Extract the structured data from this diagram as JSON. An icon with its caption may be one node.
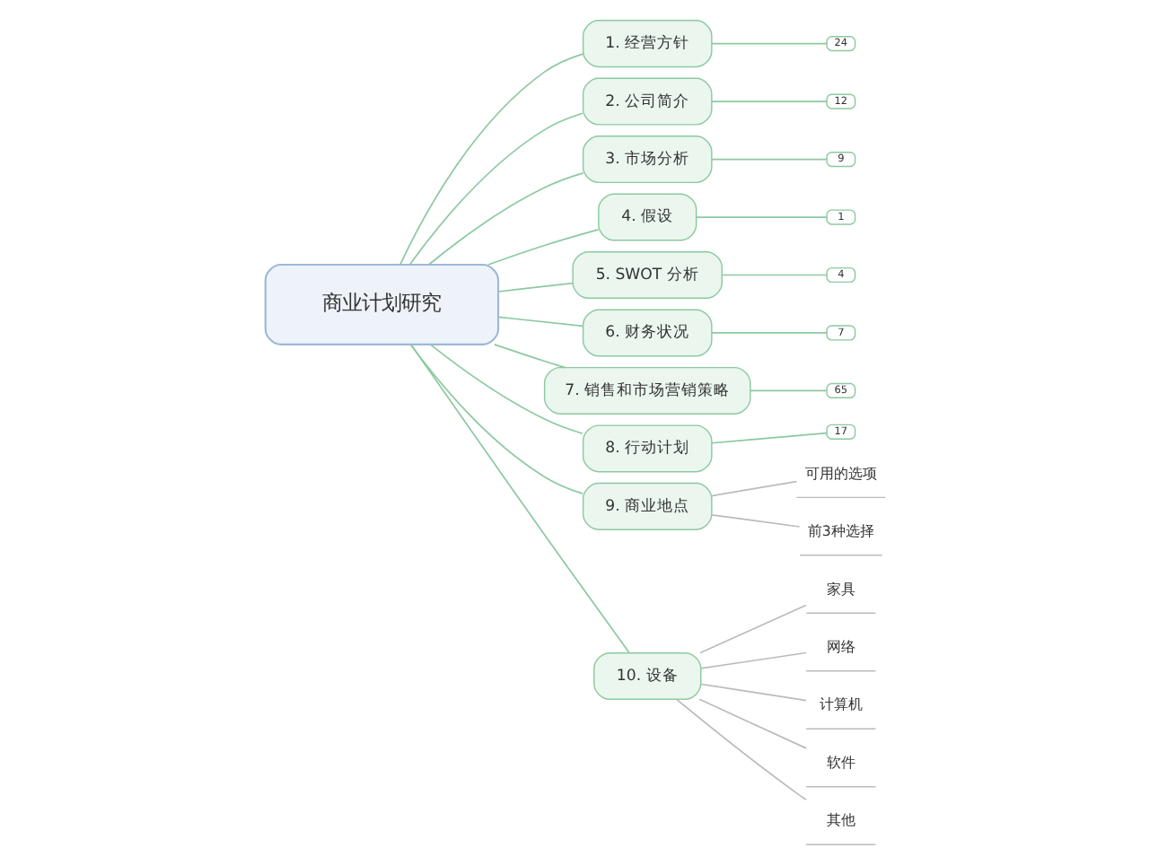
{
  "diagram": {
    "nodes": [
      {
        "text": [
          "商业计划研究"
        ]
      },
      {
        "text": [
          "1. 经营方针"
        ]
      },
      {
        "text": [
          "24"
        ]
      },
      {
        "text": [
          "2. 公司简介"
        ]
      },
      {
        "text": [
          "12"
        ]
      },
      {
        "text": [
          "3. 市场分析"
        ]
      },
      {
        "text": [
          "9"
        ]
      },
      {
        "text": [
          "4. 假设"
        ]
      },
      {
        "text": [
          "1"
        ]
      },
      {
        "text": [
          "5. SWOT 分析"
        ]
      },
      {
        "text": [
          "4"
        ]
      },
      {
        "text": [
          "6. 财务状况"
        ]
      },
      {
        "text": [
          "7"
        ]
      },
      {
        "text": [
          "7. 销售和市场营销策略"
        ]
      },
      {
        "text": [
          "65"
        ]
      },
      {
        "text": [
          "8. 行动计划"
        ]
      },
      {
        "text": [
          "17"
        ]
      },
      {
        "text": [
          "9. 商业地点"
        ]
      },
      {
        "text": [
          "可用的选项"
        ]
      },
      {
        "text": [
          "前3种选择"
        ]
      },
      {
        "text": [
          "10. 设备"
        ]
      },
      {
        "text": [
          "家具"
        ]
      },
      {
        "text": [
          "网络"
        ]
      },
      {
        "text": [
          "计算机"
        ]
      },
      {
        "text": [
          "软件"
        ]
      },
      {
        "text": [
          "其他"
        ]
      }
    ],
    "edges": [
      {
        "from": 0,
        "to": 1,
        "arrow": "none"
      },
      {
        "from": 0,
        "to": 3,
        "arrow": "none"
      },
      {
        "from": 0,
        "to": 5,
        "arrow": "none"
      },
      {
        "from": 0,
        "to": 7,
        "arrow": "none"
      },
      {
        "from": 0,
        "to": 9,
        "arrow": "none"
      },
      {
        "from": 0,
        "to": 11,
        "arrow": "none"
      },
      {
        "from": 0,
        "to": 13,
        "arrow": "none"
      },
      {
        "from": 0,
        "to": 15,
        "arrow": "none"
      },
      {
        "from": 0,
        "to": 17,
        "arrow": "none"
      },
      {
        "from": 0,
        "to": 20,
        "arrow": "none"
      },
      {
        "from": 1,
        "to": 2,
        "arrow": "none"
      },
      {
        "from": 3,
        "to": 4,
        "arrow": "none"
      },
      {
        "from": 5,
        "to": 6,
        "arrow": "none"
      },
      {
        "from": 7,
        "to": 8,
        "arrow": "none"
      },
      {
        "from": 9,
        "to": 10,
        "arrow": "none"
      },
      {
        "from": 11,
        "to": 12,
        "arrow": "none"
      },
      {
        "from": 13,
        "to": 14,
        "arrow": "none"
      },
      {
        "from": 15,
        "to": 16,
        "arrow": "none"
      },
      {
        "from": 17,
        "to": 18,
        "arrow": "none",
        "color": "#bbbbbb"
      },
      {
        "from": 17,
        "to": 19,
        "arrow": "none",
        "color": "#bbbbbb"
      },
      {
        "from": 20,
        "to": 21,
        "arrow": "none",
        "color": "#bbbbbb"
      },
      {
        "from": 20,
        "to": 22,
        "arrow": "none",
        "color": "#bbbbbb"
      },
      {
        "from": 20,
        "to": 23,
        "arrow": "none",
        "color": "#bbbbbb"
      },
      {
        "from": 20,
        "to": 24,
        "arrow": "none",
        "color": "#bbbbbb"
      },
      {
        "from": 20,
        "to": 25,
        "arrow": "none",
        "color": "#bbbbbb"
      }
    ]
  }
}
